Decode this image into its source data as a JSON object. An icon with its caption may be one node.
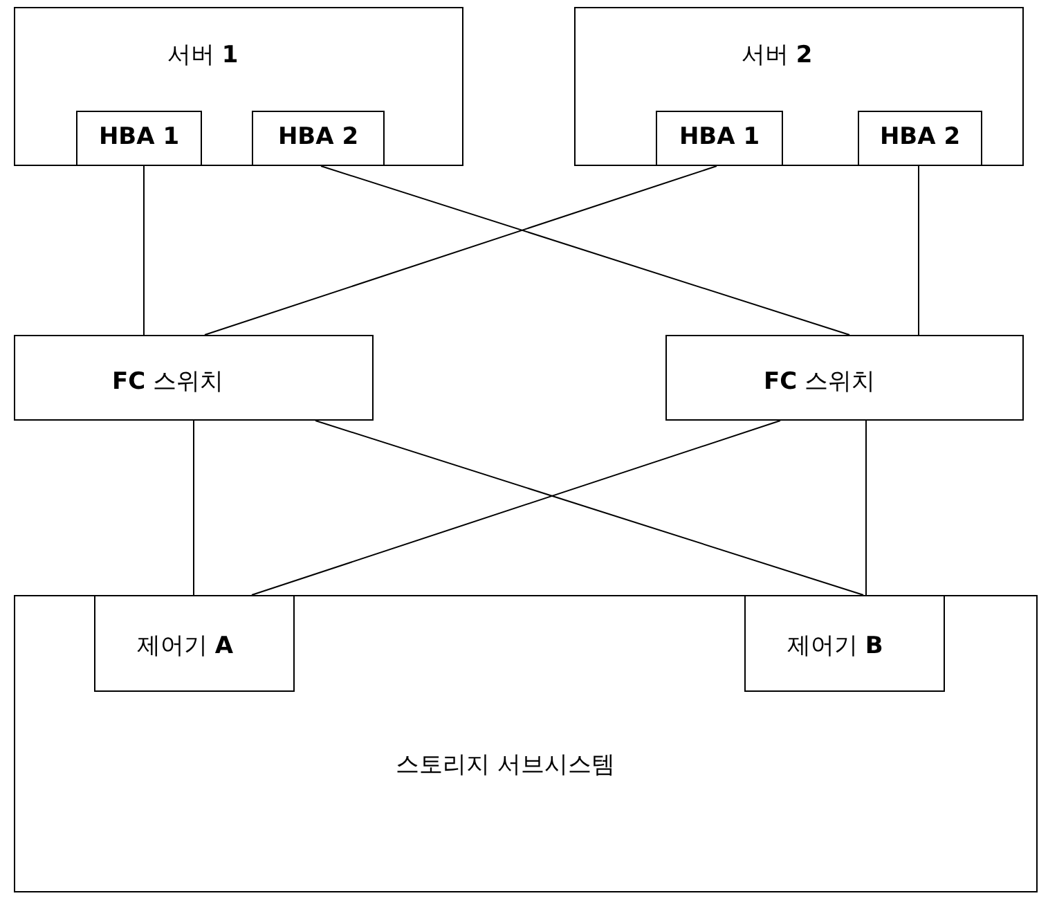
{
  "diagram": {
    "nodes": [
      {
        "text": [
          "서버 **1**"
        ]
      },
      {
        "text": [
          "HBA 1"
        ],
        "in": 0
      },
      {
        "text": [
          "HBA 2"
        ],
        "in": 0
      },
      {
        "text": [
          "서버 **2**"
        ]
      },
      {
        "text": [
          "HBA 1"
        ],
        "in": 3
      },
      {
        "text": [
          "HBA 2"
        ],
        "in": 3
      },
      {
        "text": [
          "**FC** 스위치"
        ]
      },
      {
        "text": [
          "**FC** 스위치"
        ]
      },
      {
        "text": [
          "스토리지 서브시스템"
        ]
      },
      {
        "text": [
          "제어기 **A**"
        ],
        "in": 8
      },
      {
        "text": [
          "제어기 **B**"
        ],
        "in": 8
      }
    ],
    "edges": [
      {
        "from": 1,
        "to": 6,
        "arrow": "none"
      },
      {
        "from": 2,
        "to": 7,
        "arrow": "none"
      },
      {
        "from": 4,
        "to": 6,
        "arrow": "none"
      },
      {
        "from": 5,
        "to": 7,
        "arrow": "none"
      },
      {
        "from": 6,
        "to": 9,
        "arrow": "none"
      },
      {
        "from": 6,
        "to": 10,
        "arrow": "none"
      },
      {
        "from": 7,
        "to": 9,
        "arrow": "none"
      },
      {
        "from": 7,
        "to": 10,
        "arrow": "none"
      }
    ]
  }
}
